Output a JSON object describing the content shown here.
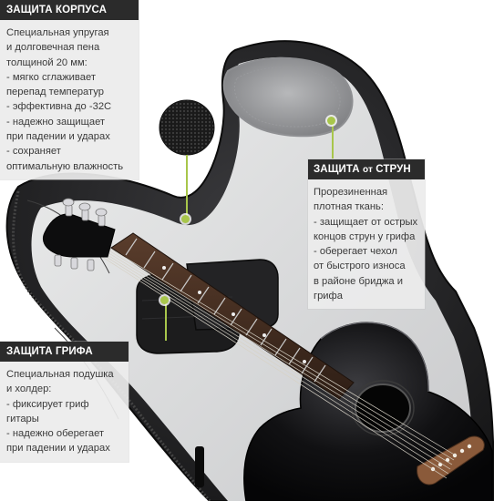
{
  "callouts": {
    "body": {
      "title": "ЗАЩИТА КОРПУСА",
      "lines": [
        "Специальная упругая",
        "и долговечная пена",
        "толщиной 20 мм:",
        "- мягко сглаживает",
        "перепад температур",
        "- эффективна до -32С",
        "- надежно защищает",
        "при падении и ударах",
        "- сохраняет",
        "оптимальную влажность"
      ]
    },
    "strings": {
      "title_main": "ЗАЩИТА",
      "title_mid": "от",
      "title_end": "СТРУН",
      "lines": [
        "Прорезиненная",
        "плотная ткань:",
        "- защищает от острых",
        "концов струн у грифа",
        "- оберегает чехол",
        "от быстрого износа",
        "в районе бриджа и",
        "грифа"
      ]
    },
    "neck": {
      "title": "ЗАЩИТА ГРИФА",
      "lines": [
        "Специальная подушка",
        "и холдер:",
        "- фиксирует гриф",
        "гитары",
        "- надежно оберегает",
        "при падении и ударах"
      ]
    }
  },
  "colors": {
    "accent": "#a8c64b",
    "header_bg": "#2b2b2b",
    "card_bg": "#ececec",
    "case_shell": "#2a2a2c",
    "case_lining": "#d9dadc",
    "guitar_body": "#0e0e10"
  }
}
